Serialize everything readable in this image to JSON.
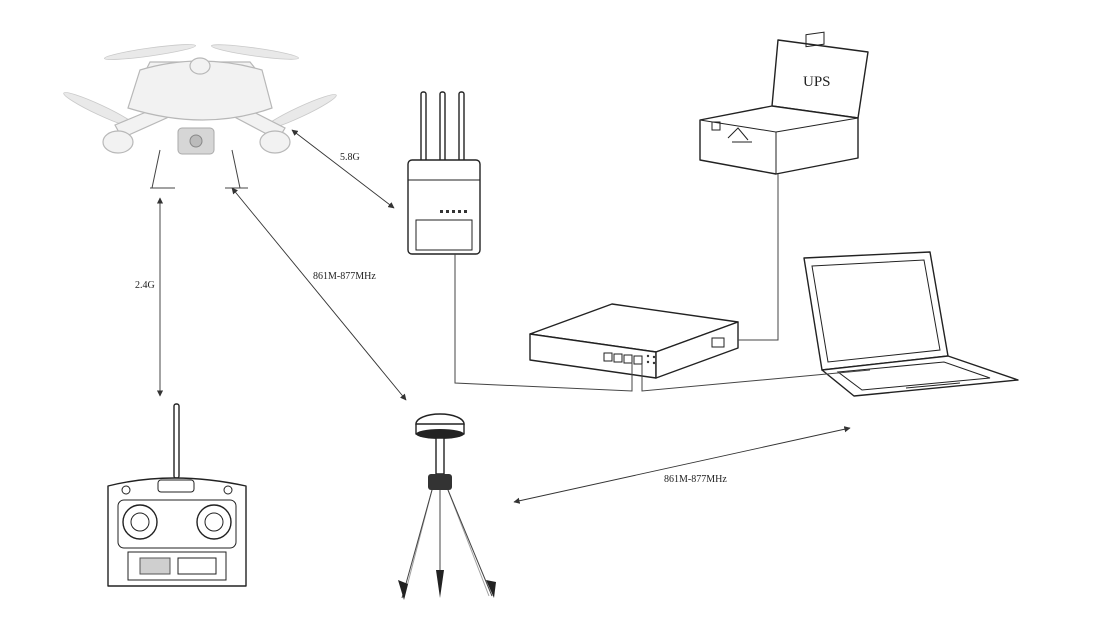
{
  "labels": {
    "link_drone_router": "5.8G",
    "link_drone_remote": "2.4G",
    "link_drone_base": "861M-877MHz",
    "link_base_laptop": "861M-877MHz",
    "ups_box": "UPS"
  },
  "colors": {
    "line": "#333333",
    "device_outline": "#222222",
    "drone_fill": "#f2f2f2",
    "background": "#ffffff"
  }
}
